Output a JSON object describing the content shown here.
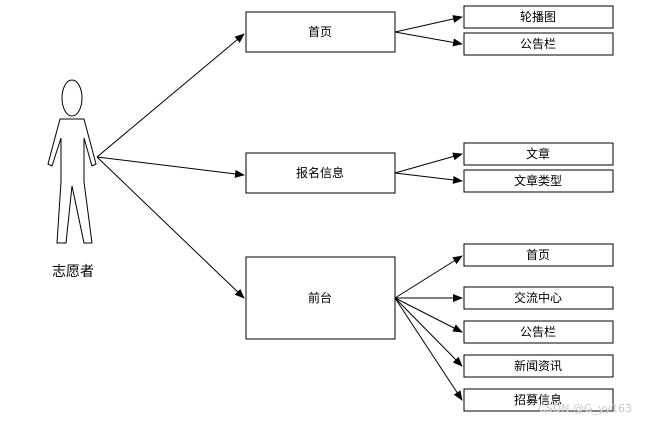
{
  "actor": {
    "label": "志愿者"
  },
  "modules": [
    {
      "label": "首页",
      "children": [
        "轮播图",
        "公告栏"
      ]
    },
    {
      "label": "报名信息",
      "children": [
        "文章",
        "文章类型"
      ]
    },
    {
      "label": "前台",
      "children": [
        "首页",
        "交流中心",
        "公告栏",
        "新闻资讯",
        "招募信息"
      ]
    }
  ],
  "watermark": "CSDN @G_yy163"
}
